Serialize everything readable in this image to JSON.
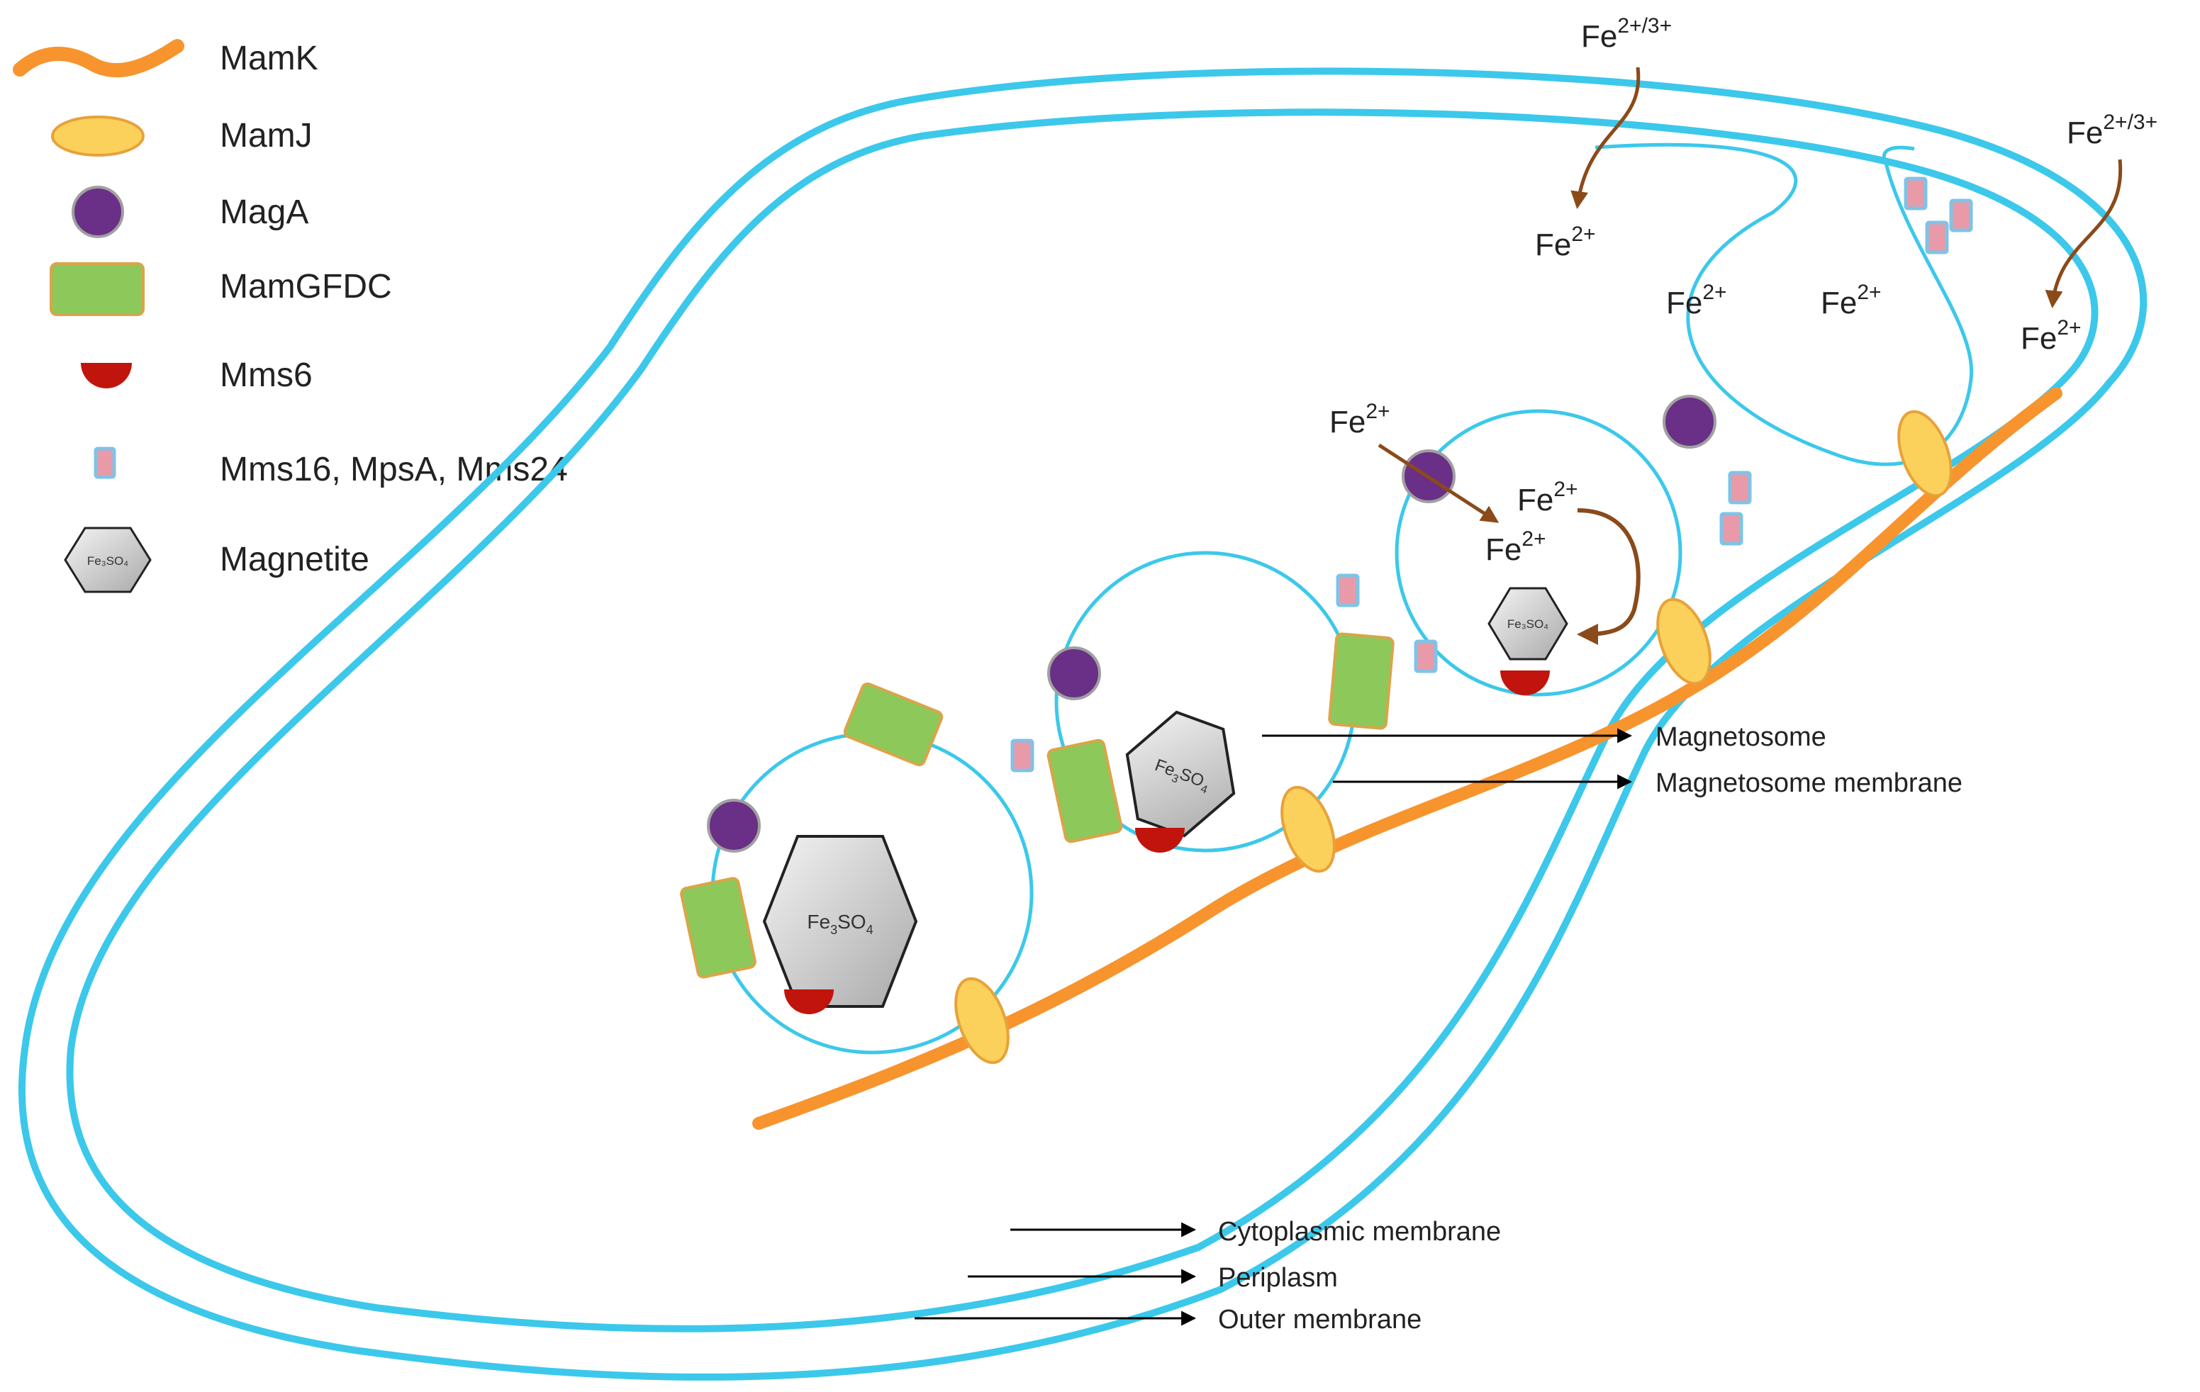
{
  "legend": {
    "items": [
      {
        "key": "mamk",
        "label": "MamK",
        "icon": "orange-filament-icon"
      },
      {
        "key": "mamj",
        "label": "MamJ",
        "icon": "yellow-ellipse-icon"
      },
      {
        "key": "maga",
        "label": "MagA",
        "icon": "purple-circle-icon"
      },
      {
        "key": "mamgfdc",
        "label": "MamGFDC",
        "icon": "green-rectangle-icon"
      },
      {
        "key": "mms6",
        "label": "Mms6",
        "icon": "red-half-circle-icon"
      },
      {
        "key": "mms16",
        "label": "Mms16, MpsA, Mms24",
        "icon": "pink-square-icon"
      },
      {
        "key": "magnetite",
        "label": "Magnetite",
        "icon": "hexagon-icon"
      }
    ]
  },
  "ions": {
    "fe_mixed": "Fe",
    "fe_mixed_charge": "2+/3+",
    "fe": "Fe",
    "fe_charge": "2+"
  },
  "hexagon_label": {
    "main": "Fe",
    "sub1": "3",
    "mid": "SO",
    "sub2": "4"
  },
  "hexagon_label_small": "Fe₃SO₄",
  "callouts": {
    "magnetosome": "Magnetosome",
    "magnetosome_membrane": "Magnetosome membrane",
    "cytoplasmic_membrane": "Cytoplasmic membrane",
    "periplasm": "Periplasm",
    "outer_membrane": "Outer membrane"
  },
  "colors": {
    "membrane": "#3cc8ea",
    "mamk": "#f7942e",
    "mamj_fill": "#fbd15b",
    "mamj_stroke": "#e8a23a",
    "maga": "#6a2f86",
    "mamgfdc_fill": "#8cc85a",
    "mamgfdc_stroke": "#d9a54a",
    "mms6": "#c0140c",
    "mms16_fill": "#e89aa8",
    "mms16_stroke": "#7fc3e6",
    "magnetite": "#c8c8c8",
    "ion_arrow": "#8a4a1a"
  }
}
